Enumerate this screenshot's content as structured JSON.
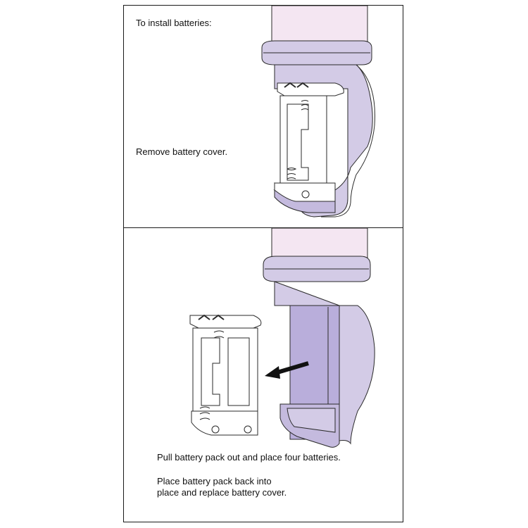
{
  "panels": [
    {
      "heading": "To install batteries:",
      "step": "Remove battery cover."
    },
    {
      "step": "Pull battery pack out and place four batteries.",
      "step2": "Place battery pack back into place and replace battery cover."
    }
  ],
  "colors": {
    "handle": "#d3cbe6",
    "handle_dark": "#b9aedb",
    "tube": "#f4e6f2",
    "outline": "#2a2a2a",
    "border": "#1a1a1a"
  },
  "icons": [
    "arrow-left-icon"
  ]
}
